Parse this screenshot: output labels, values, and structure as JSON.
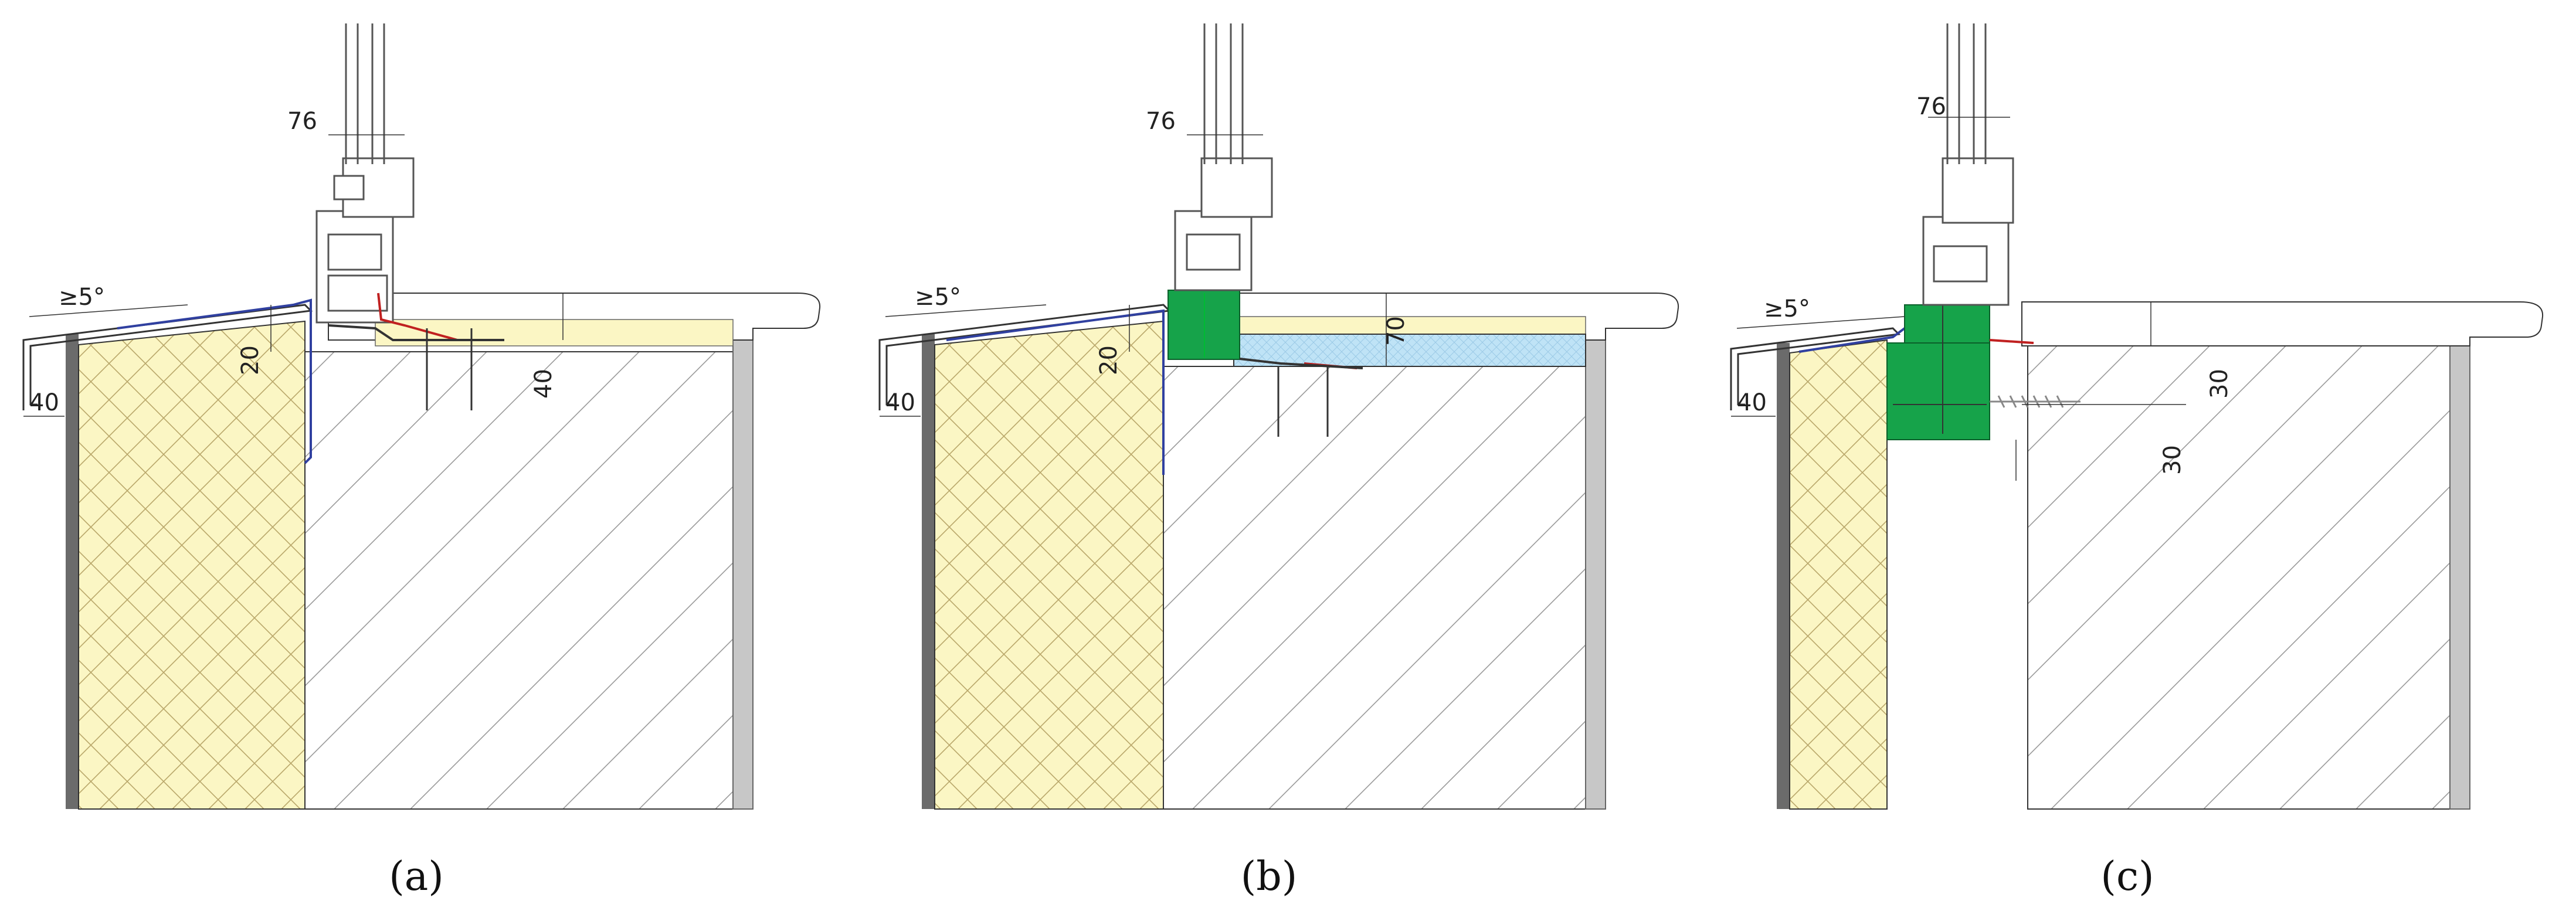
{
  "colors": {
    "insulation": "#fbf6c4",
    "insulation_grid": "#b9a76a",
    "plaster": "#6b6b6b",
    "wall_hatch": "#9a9a9a",
    "plaster_inner": "#c7c7c7",
    "membrane_blue": "#3040a0",
    "membrane_red": "#c02020",
    "anchor_block": "#16a34a",
    "eps_blue": "#bfe3f6",
    "frame": "#555555"
  },
  "panels": [
    {
      "caption": "(a)",
      "labels": {
        "frame_width": "76",
        "slope": "≥5°",
        "ins_offset": "20",
        "sill_depth": "40",
        "render": "40"
      }
    },
    {
      "caption": "(b)",
      "labels": {
        "frame_width": "76",
        "slope": "≥5°",
        "ins_offset": "20",
        "block_height": "70",
        "render": "40"
      }
    },
    {
      "caption": "(c)",
      "labels": {
        "frame_width": "76",
        "slope": "≥5°",
        "offset_v": "30",
        "offset_h": "30",
        "render": "40"
      }
    }
  ]
}
